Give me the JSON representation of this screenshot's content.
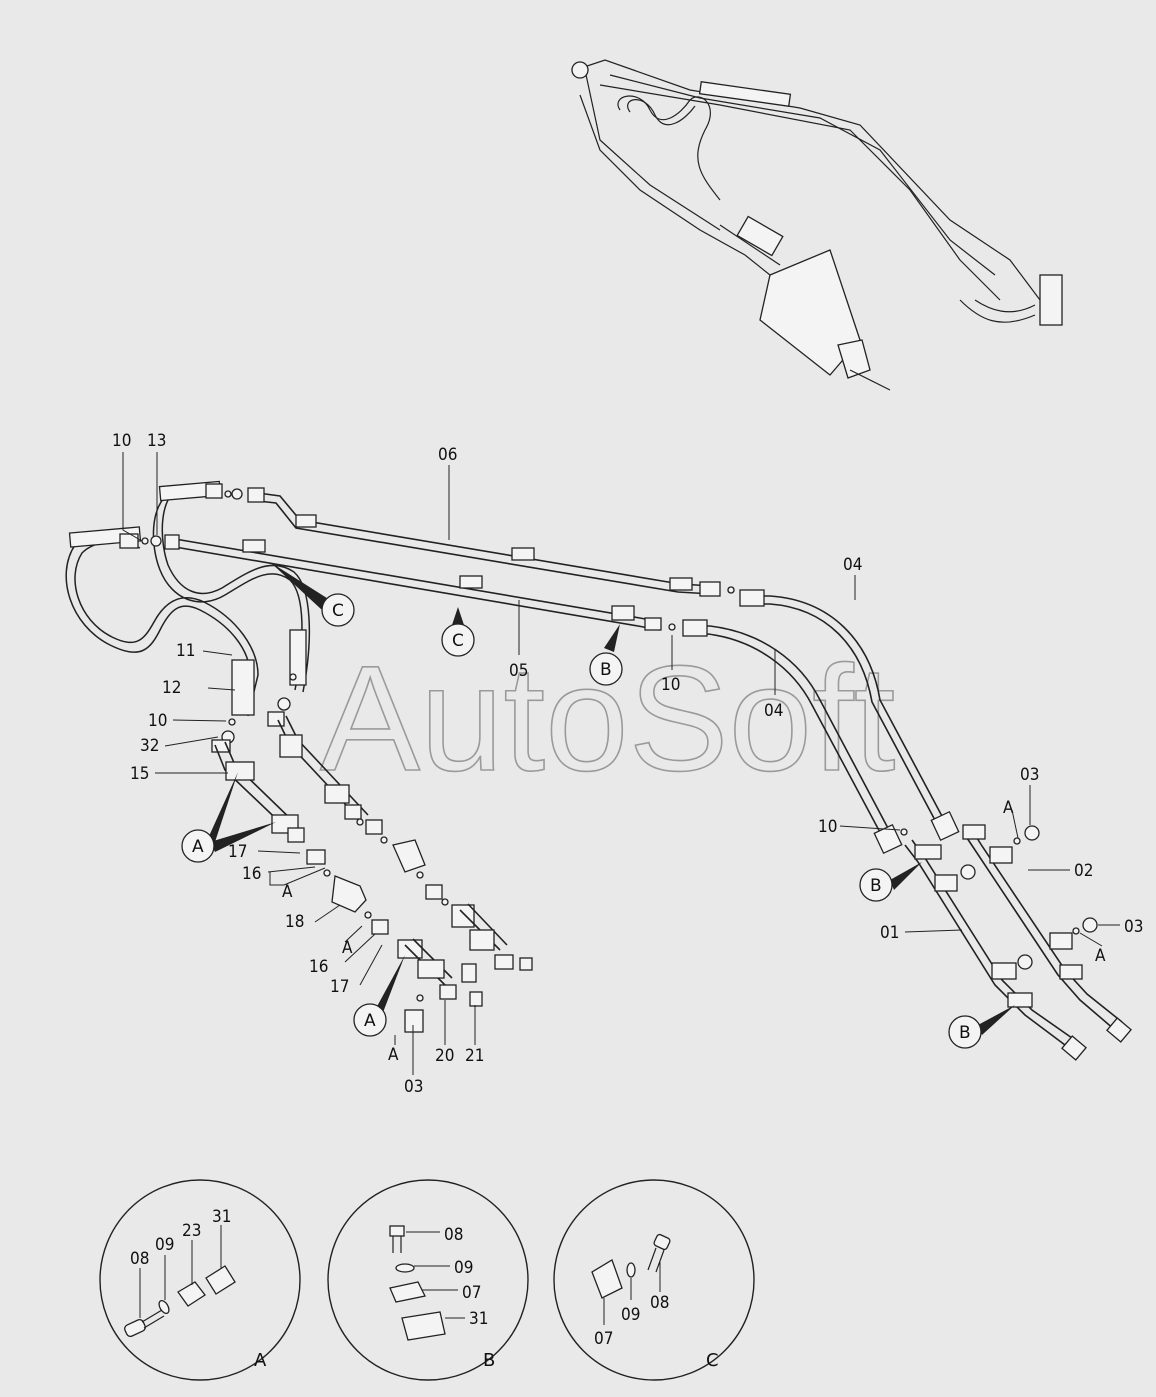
{
  "watermark": "AutoSoft",
  "labels": {
    "l10a": "10",
    "l13": "13",
    "l06": "06",
    "l04a": "04",
    "l04b": "04",
    "l05": "05",
    "l10b": "10",
    "l11": "11",
    "l12": "12",
    "l10c": "10",
    "l32": "32",
    "l15": "15",
    "l17a": "17",
    "l16a": "16",
    "l18": "18",
    "l16b": "16",
    "l17b": "17",
    "l20": "20",
    "l21": "21",
    "l03a": "03",
    "l03b": "03",
    "l03c": "03",
    "l02": "02",
    "l01": "01",
    "l10d": "10",
    "a1": "A",
    "a2": "A",
    "a3": "A",
    "a4": "A",
    "a5": "A",
    "a6": "A"
  },
  "callouts": {
    "c1": "C",
    "c2": "C",
    "b1": "B",
    "b2": "B",
    "b3": "B",
    "a1": "A",
    "a2": "A"
  },
  "details": {
    "A": {
      "caption": "A",
      "parts": [
        "08",
        "09",
        "23",
        "31"
      ]
    },
    "B": {
      "caption": "B",
      "parts": [
        "08",
        "09",
        "07",
        "31"
      ]
    },
    "C": {
      "caption": "C",
      "parts": [
        "07",
        "09",
        "08"
      ]
    }
  }
}
